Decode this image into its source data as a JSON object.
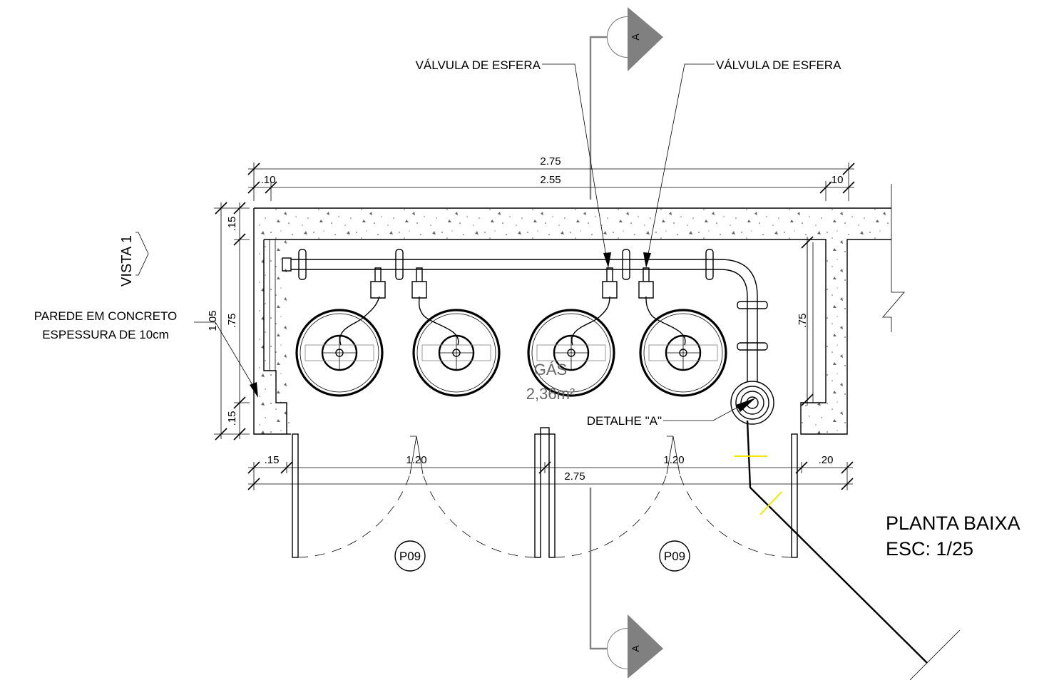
{
  "title": {
    "line1": "PLANTA BAIXA",
    "line2": "ESC: 1/25"
  },
  "callouts": {
    "valve_left": "VÁLVULA DE ESFERA",
    "valve_right": "VÁLVULA DE ESFERA",
    "wall_line1": "PAREDE EM CONCRETO",
    "wall_line2": "ESPESSURA DE 10cm",
    "detail": "DETALHE \"A\""
  },
  "view_label": "VISTA 1",
  "section_marker": "A",
  "room": {
    "name": "GÁS",
    "area": "2,36m²"
  },
  "dimensions": {
    "top_total": "2.75",
    "top_inner": "2.55",
    "top_left_wall": ".10",
    "top_right_wall": ".10",
    "left_total": "1.05",
    "left_top": ".15",
    "left_mid": ".75",
    "left_bottom": ".15",
    "right_mid": ".75",
    "bottom_left": ".15",
    "bottom_door1": "1.20",
    "bottom_door2": "1.20",
    "bottom_right": ".20",
    "bottom_total": "2.75"
  },
  "doors": [
    "P09",
    "P09"
  ]
}
